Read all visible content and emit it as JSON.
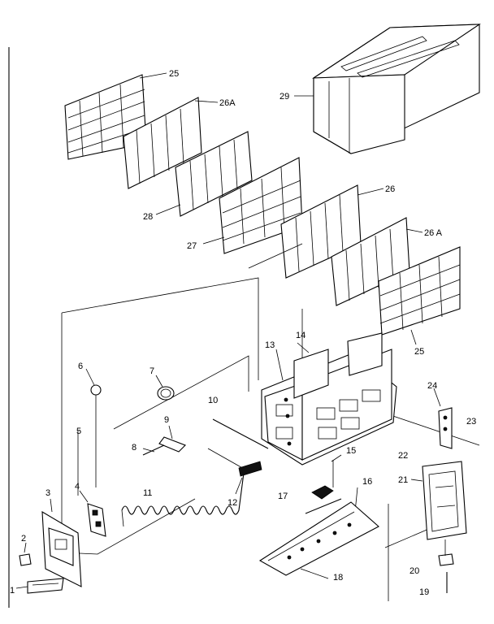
{
  "diagram": {
    "callouts": {
      "p1": "1",
      "p2": "2",
      "p3": "3",
      "p4": "4",
      "p5": "5",
      "p6": "6",
      "p7": "7",
      "p8": "8",
      "p9": "9",
      "p10": "10",
      "p11": "11",
      "p12": "12",
      "p13": "13",
      "p14": "14",
      "p15": "15",
      "p16": "16",
      "p17": "17",
      "p18": "18",
      "p19": "19",
      "p20": "20",
      "p21": "21",
      "p22": "22",
      "p23": "23",
      "p24": "24",
      "p25a": "25",
      "p25b": "25",
      "p26": "26",
      "p26Aa": "26A",
      "p26Ab": "26 A",
      "p27": "27",
      "p28": "28",
      "p29": "29"
    }
  }
}
